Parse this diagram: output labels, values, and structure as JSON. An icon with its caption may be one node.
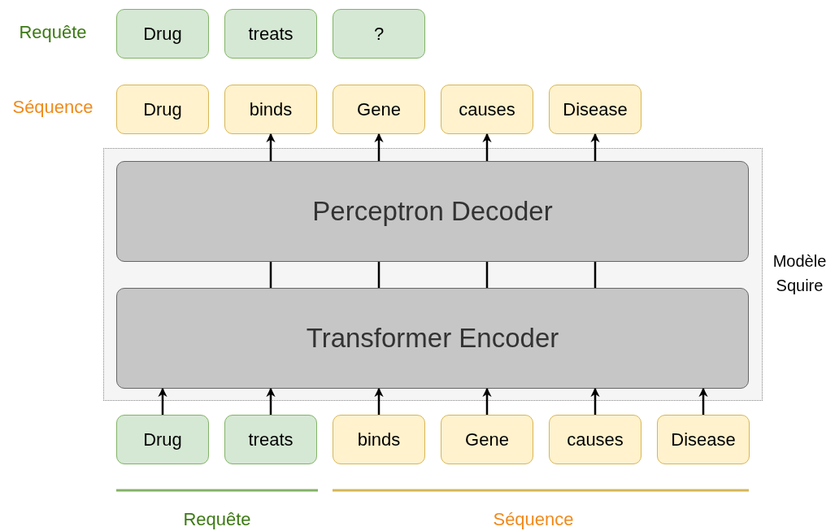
{
  "diagram": {
    "nodes": [
      {
        "text": [
          "Drug"
        ]
      },
      {
        "text": [
          "treats"
        ]
      },
      {
        "text": [
          "?"
        ]
      },
      {
        "text": [
          "Drug"
        ]
      },
      {
        "text": [
          "binds"
        ]
      },
      {
        "text": [
          "Gene"
        ]
      },
      {
        "text": [
          "causes"
        ]
      },
      {
        "text": [
          "Disease"
        ]
      },
      {
        "text": [
          "Modèle Squire"
        ]
      },
      {
        "text": [
          "Perceptron Decoder"
        ],
        "in": 8
      },
      {
        "text": [
          "Transformer Encoder"
        ],
        "in": 8
      },
      {
        "text": [
          "Drug"
        ]
      },
      {
        "text": [
          "treats"
        ]
      },
      {
        "text": [
          "binds"
        ]
      },
      {
        "text": [
          "Gene"
        ]
      },
      {
        "text": [
          "causes"
        ]
      },
      {
        "text": [
          "Disease"
        ]
      }
    ],
    "edges": [
      {
        "from": 11,
        "to": 10,
        "arrow": "to"
      },
      {
        "from": 12,
        "to": 10,
        "arrow": "to"
      },
      {
        "from": 13,
        "to": 10,
        "arrow": "to"
      },
      {
        "from": 14,
        "to": 10,
        "arrow": "to"
      },
      {
        "from": 15,
        "to": 10,
        "arrow": "to"
      },
      {
        "from": 16,
        "to": 10,
        "arrow": "to"
      },
      {
        "from": 10,
        "to": 9,
        "arrow": "none"
      },
      {
        "from": 10,
        "to": 9,
        "arrow": "none"
      },
      {
        "from": 10,
        "to": 9,
        "arrow": "none"
      },
      {
        "from": 10,
        "to": 9,
        "arrow": "none"
      },
      {
        "from": 9,
        "to": 4,
        "arrow": "to"
      },
      {
        "from": 9,
        "to": 5,
        "arrow": "to"
      },
      {
        "from": 9,
        "to": 6,
        "arrow": "to"
      },
      {
        "from": 9,
        "to": 7,
        "arrow": "to"
      }
    ],
    "labels": [
      "Requête",
      "Séquence",
      "Requête",
      "Séquence"
    ]
  }
}
